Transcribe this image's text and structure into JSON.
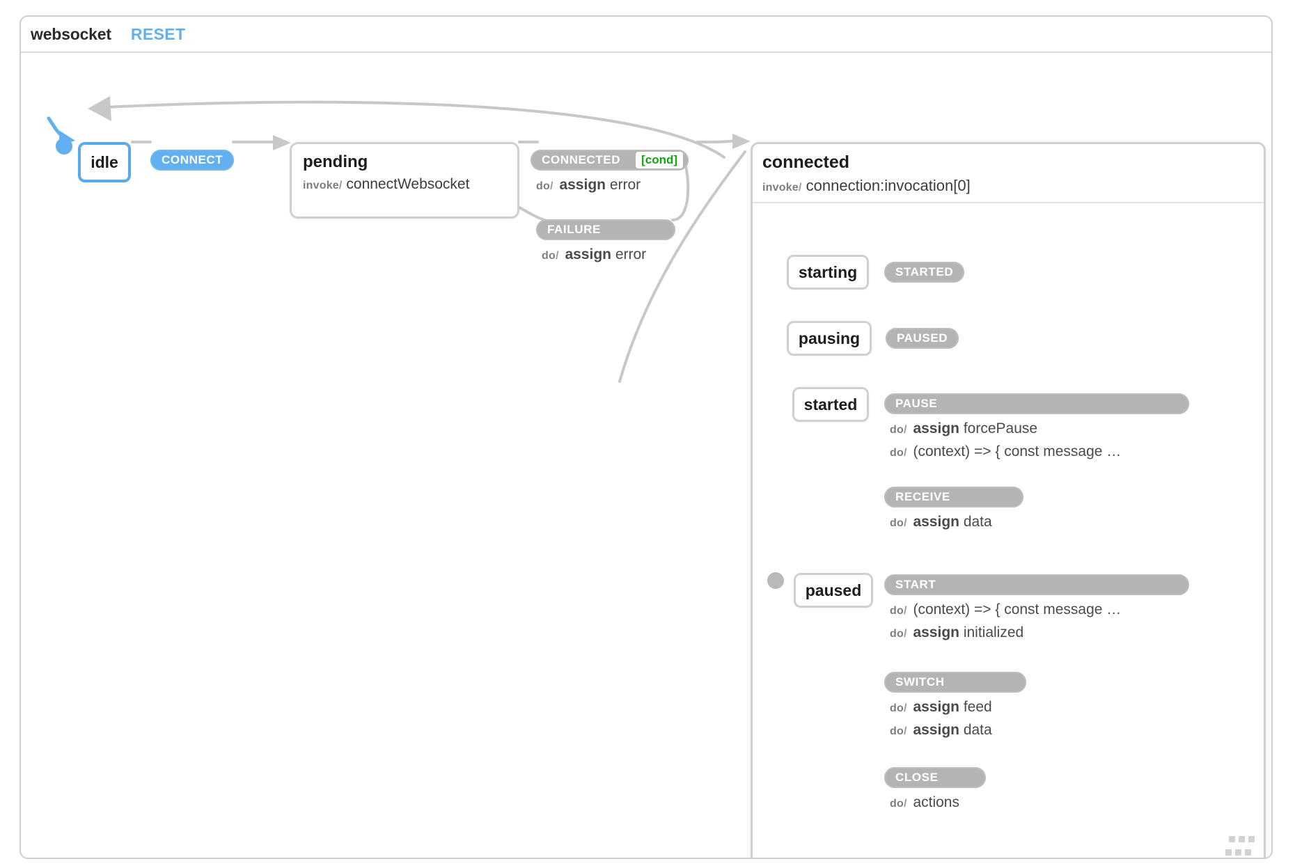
{
  "header": {
    "machine_name": "websocket",
    "reset_label": "RESET"
  },
  "theme": {
    "accent_blue": "#62b0ef",
    "chip_gray": "#b4b4b4",
    "node_border": "#d0d0d0",
    "edge_gray": "#c8c8c8",
    "cond_green": "#12a412"
  },
  "states": {
    "idle": {
      "label": "idle",
      "active": true
    },
    "pending": {
      "label": "pending",
      "invoke_keyword": "invoke",
      "invoke_slash": "/",
      "invoke_src": "connectWebsocket"
    },
    "connected": {
      "label": "connected",
      "invoke_keyword": "invoke",
      "invoke_slash": "/",
      "invoke_src": "connection:invocation[0]"
    },
    "starting": {
      "label": "starting"
    },
    "pausing": {
      "label": "pausing"
    },
    "started": {
      "label": "started"
    },
    "paused": {
      "label": "paused"
    }
  },
  "transitions": {
    "connect": {
      "event": "CONNECT",
      "active": true
    },
    "connected_ok": {
      "event": "CONNECTED",
      "cond": "[cond]",
      "actions": [
        {
          "keyword": "do",
          "slash": "/",
          "bold": "assign",
          "rest": "error"
        }
      ]
    },
    "failure": {
      "event": "FAILURE",
      "actions": [
        {
          "keyword": "do",
          "slash": "/",
          "bold": "assign",
          "rest": "error"
        }
      ]
    },
    "started_evt": {
      "event": "STARTED",
      "actions": []
    },
    "paused_evt": {
      "event": "PAUSED",
      "actions": []
    },
    "pause_evt": {
      "event": "PAUSE",
      "actions": [
        {
          "keyword": "do",
          "slash": "/",
          "bold": "assign",
          "rest": "forcePause"
        },
        {
          "keyword": "do",
          "slash": "/",
          "bold": "",
          "rest": "(context) => { const message …"
        }
      ]
    },
    "receive_evt": {
      "event": "RECEIVE",
      "actions": [
        {
          "keyword": "do",
          "slash": "/",
          "bold": "assign",
          "rest": "data"
        }
      ]
    },
    "start_evt": {
      "event": "START",
      "actions": [
        {
          "keyword": "do",
          "slash": "/",
          "bold": "",
          "rest": "(context) => { const message …"
        },
        {
          "keyword": "do",
          "slash": "/",
          "bold": "assign",
          "rest": "initialized"
        }
      ]
    },
    "switch_evt": {
      "event": "SWITCH",
      "actions": [
        {
          "keyword": "do",
          "slash": "/",
          "bold": "assign",
          "rest": "feed"
        },
        {
          "keyword": "do",
          "slash": "/",
          "bold": "assign",
          "rest": "data"
        }
      ]
    },
    "close_evt": {
      "event": "CLOSE",
      "actions": [
        {
          "keyword": "do",
          "slash": "/",
          "bold": "",
          "rest": "actions"
        }
      ]
    }
  },
  "handles": {
    "inner_overflow": "...",
    "outer_overflow": "..."
  }
}
